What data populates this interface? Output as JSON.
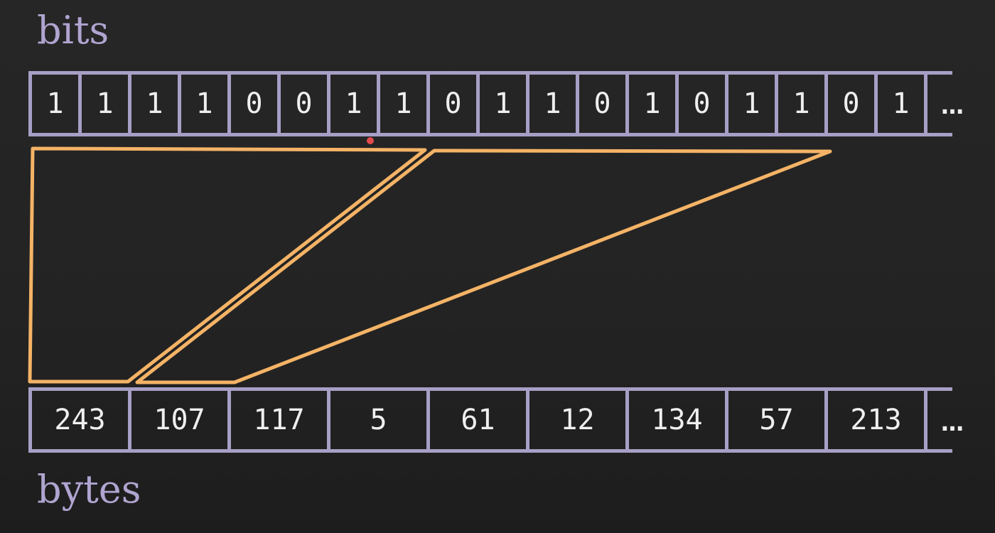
{
  "labels": {
    "bits": "bits",
    "bytes": "bytes",
    "ellipsis": "…"
  },
  "bits": [
    "1",
    "1",
    "1",
    "1",
    "0",
    "0",
    "1",
    "1",
    "0",
    "1",
    "1",
    "0",
    "1",
    "0",
    "1",
    "1",
    "0",
    "1"
  ],
  "bytes": [
    "243",
    "107",
    "117",
    "5",
    "61",
    "12",
    "134",
    "57",
    "213"
  ],
  "colors": {
    "strip_border": "#a79fc6",
    "label_text": "#b0a4d0",
    "cell_text": "#efefef",
    "mapping_outline": "#f4b366",
    "pointer_dot": "#e24b4b",
    "background": "#232323"
  }
}
